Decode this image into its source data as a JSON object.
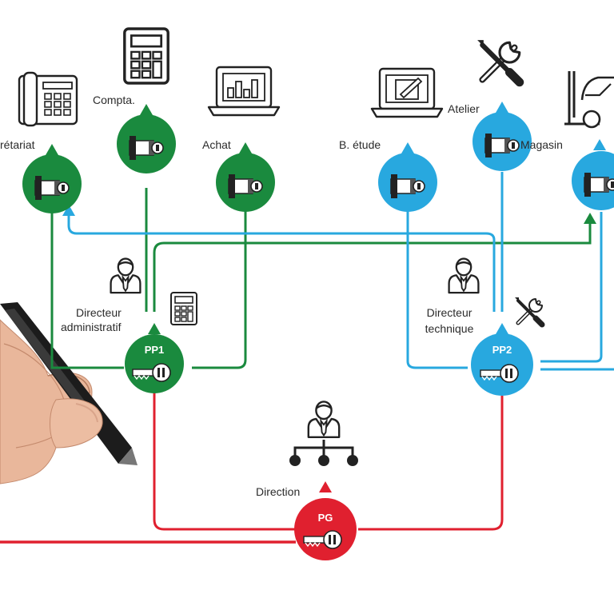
{
  "colors": {
    "green": "#1a8a3e",
    "blue": "#28a8df",
    "red": "#e0202f",
    "dark": "#222222"
  },
  "nodes": {
    "pg": {
      "label": "PG"
    },
    "pp1": {
      "label": "PP1"
    },
    "pp2": {
      "label": "PP2"
    }
  },
  "departments": {
    "secretariat": "rétariat",
    "compta": "Compta.",
    "achat": "Achat",
    "b_etude": "B. étude",
    "atelier": "Atelier",
    "magasin": "Magasin"
  },
  "roles": {
    "directeur_admin_line1": "Directeur",
    "directeur_admin_line2": "administratif",
    "directeur_tech_line1": "Directeur",
    "directeur_tech_line2": "technique",
    "direction": "Direction"
  }
}
